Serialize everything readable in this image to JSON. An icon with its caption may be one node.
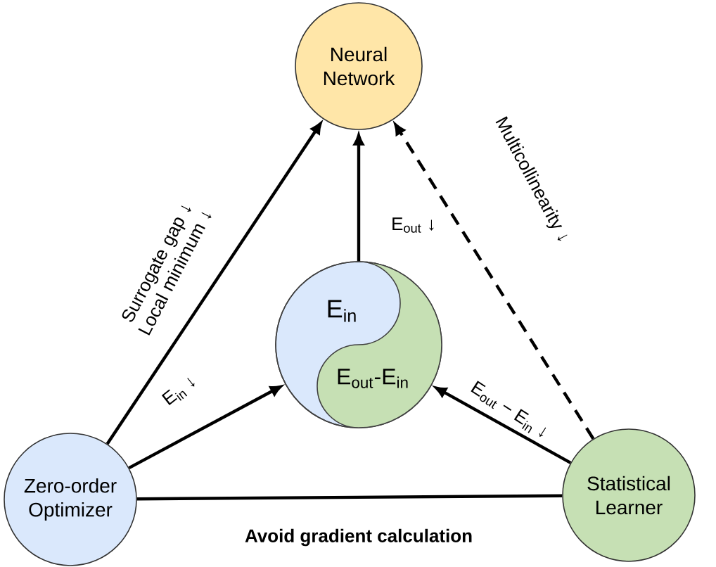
{
  "diagram": {
    "nodes": [
      {
        "text": [
          "Neural Network"
        ]
      },
      {
        "text": [
          "E$_{in}$",
          "E$_{out}$-E$_{in}$"
        ]
      },
      {
        "text": [
          "Zero-order Optimizer"
        ]
      },
      {
        "text": [
          "Statistical Learner"
        ]
      }
    ],
    "edges": [
      {
        "from": 2,
        "to": 0,
        "arrow": "to",
        "label": "Surrogate gap ↓ Local minimum ↓"
      },
      {
        "from": 2,
        "to": 1,
        "arrow": "to",
        "label": "E$_{in}$ ↓"
      },
      {
        "from": 1,
        "to": 0,
        "arrow": "to",
        "label": "E$_{out}$ ↓"
      },
      {
        "from": 3,
        "to": 0,
        "arrow": "to",
        "style": "dashed",
        "label": "Multicollinearity ↓"
      },
      {
        "from": 3,
        "to": 1,
        "arrow": "to",
        "label": "E$_{out}$ − E$_{in}$ ↓"
      },
      {
        "from": 2,
        "to": 3,
        "arrow": "none",
        "label": "Avoid gradient calculation"
      }
    ]
  }
}
